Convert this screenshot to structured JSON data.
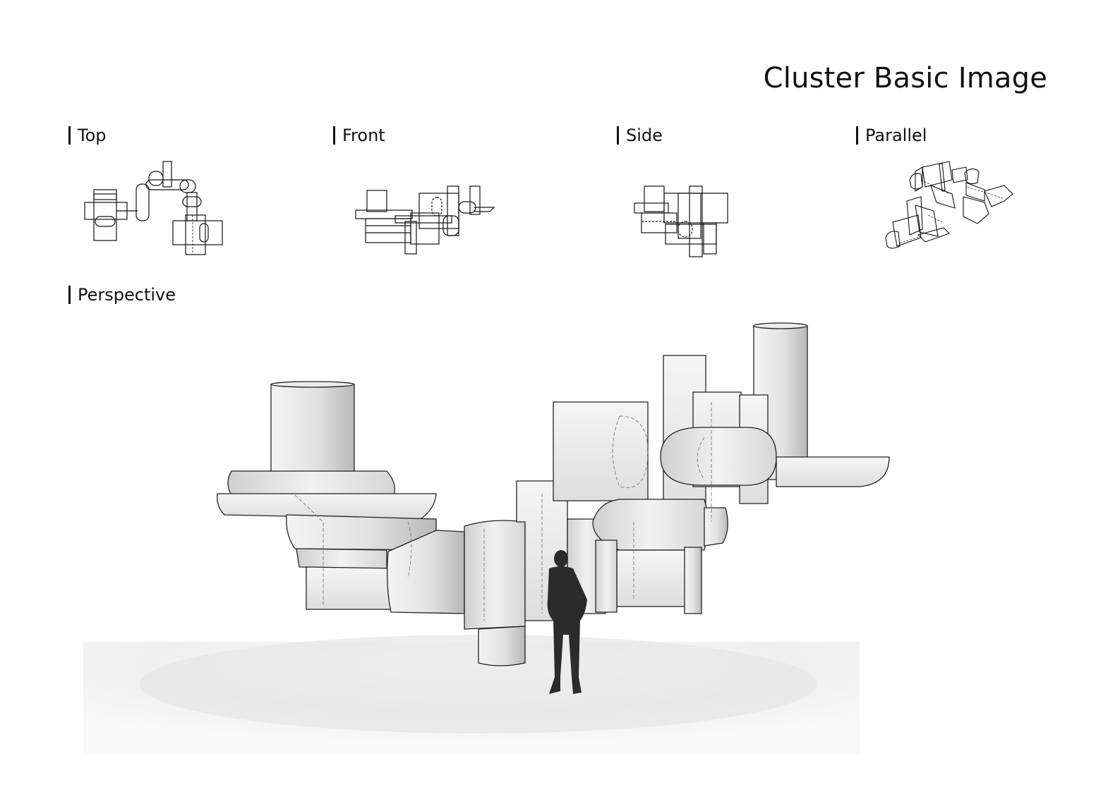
{
  "title": "Cluster Basic Image",
  "views": {
    "top": "Top",
    "front": "Front",
    "side": "Side",
    "parallel": "Parallel",
    "perspective": "Perspective"
  }
}
